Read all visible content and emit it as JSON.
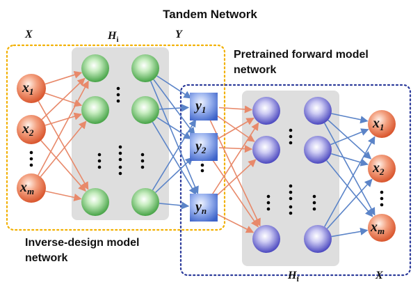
{
  "title": "Tandem Network",
  "labels": {
    "input_x": "X",
    "hidden_inverse": "H",
    "hidden_inverse_sub": "i",
    "output_y": "Y",
    "hidden_forward": "H",
    "hidden_forward_sub": "f",
    "output_x": "X"
  },
  "captions": {
    "forward_line1": "Pretrained forward model",
    "forward_line2": "network",
    "inverse_line1": "Inverse-design model",
    "inverse_line2": "network"
  },
  "nodes": {
    "x_inputs": [
      {
        "base": "x",
        "sub": "1"
      },
      {
        "base": "x",
        "sub": "2"
      },
      {
        "base": "x",
        "sub": "m"
      }
    ],
    "y_nodes": [
      {
        "base": "y",
        "sub": "1"
      },
      {
        "base": "y",
        "sub": "2"
      },
      {
        "base": "y",
        "sub": "n"
      }
    ],
    "x_outputs": [
      {
        "base": "x",
        "sub": "1"
      },
      {
        "base": "x",
        "sub": "2"
      },
      {
        "base": "x",
        "sub": "m"
      }
    ]
  },
  "colors": {
    "orange_node": "#e8704a",
    "green_node": "#5cb85c",
    "blue_node": "#4a6fd6",
    "purple_node": "#5a56c8",
    "orange_arrow": "#e8896a",
    "blue_arrow": "#5b84c8",
    "inverse_box": "#f2b000",
    "forward_box": "#2b3a9a",
    "hidden_panel": "#dedede"
  }
}
